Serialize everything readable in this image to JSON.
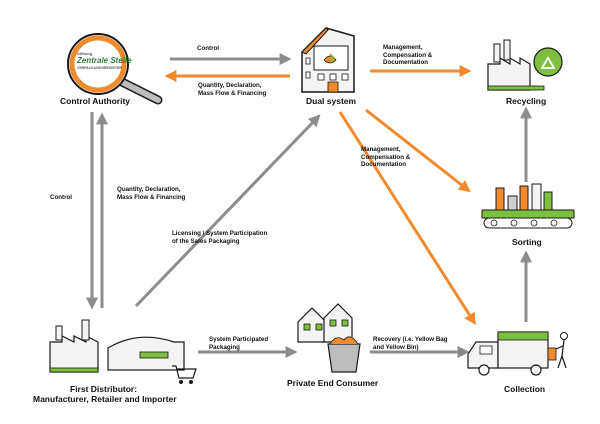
{
  "nodes": {
    "control_authority": "Control Authority",
    "dual_system": "Dual system",
    "recycling": "Recycling",
    "sorting": "Sorting",
    "first_distributor_line1": "First Distributor:",
    "first_distributor_line2": "Manufacturer, Retailer and Importer",
    "private_end_consumer": "Private End Consumer",
    "collection": "Collection"
  },
  "logo": {
    "line1": "Stiftung",
    "line2": "Zentrale Stelle",
    "line3": "VERPACKUNGSREGISTER"
  },
  "edges": {
    "control_top": "Control",
    "qdm_top_1": "Quantity, Declaration,",
    "qdm_top_2": "Mass Flow & Financing",
    "mcd_top_1": "Management,",
    "mcd_top_2": "Compensation &",
    "mcd_top_3": "Documentation",
    "mcd_mid_1": "Management,",
    "mcd_mid_2": "Compensation &",
    "mcd_mid_3": "Documentation",
    "control_left": "Control",
    "qdm_left_1": "Quantity, Declaration,",
    "qdm_left_2": "Mass Flow & Financing",
    "licensing_1": "Licensing / System Participation",
    "licensing_2": "of the Sales Packaging",
    "system_participated_1": "System Participated",
    "system_participated_2": "Packaging",
    "recovery_1": "Recovery (i.e. Yellow Bag",
    "recovery_2": "and Yellow Bin)"
  },
  "colors": {
    "gray_arrow": "#8c8c8c",
    "orange_arrow": "#f08a2c",
    "green_accent": "#7fbf3f",
    "ink": "#1a1a1a"
  }
}
